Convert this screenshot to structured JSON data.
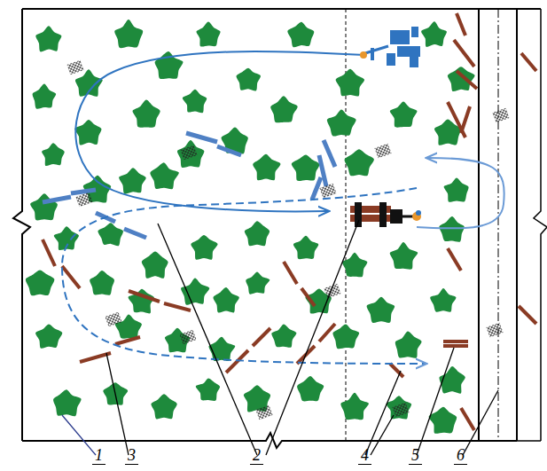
{
  "diagram": {
    "labels": [
      "1",
      "3",
      "2",
      "4",
      "5",
      "6"
    ]
  }
}
